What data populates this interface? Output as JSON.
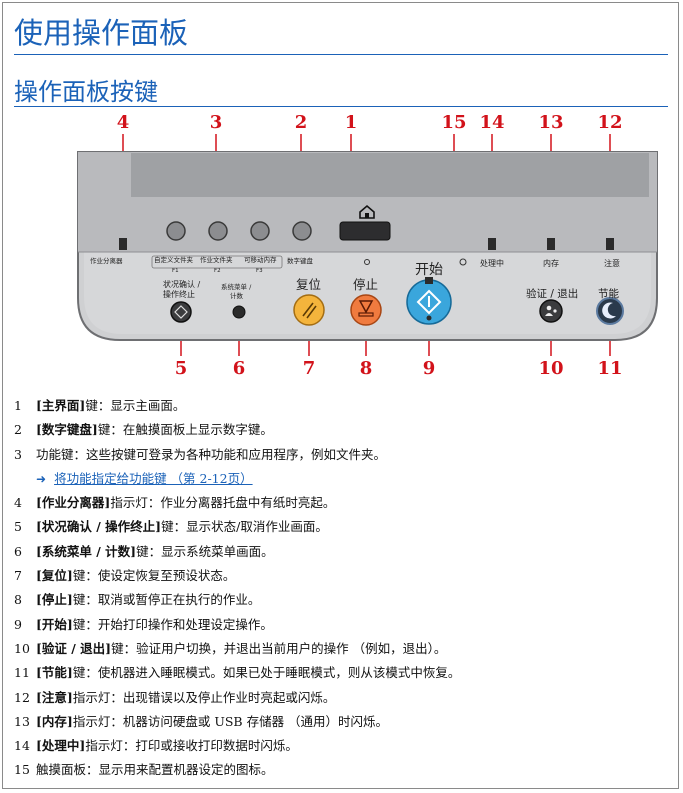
{
  "page": {
    "title": "使用操作面板",
    "subtitle": "操作面板按键"
  },
  "panel": {
    "callouts_top": [
      "4",
      "3",
      "2",
      "1",
      "15",
      "14",
      "13",
      "12"
    ],
    "callouts_bottom": [
      "5",
      "6",
      "7",
      "8",
      "9",
      "10",
      "11"
    ],
    "labels": {
      "job_separator": "作业分离器",
      "custom_box": "自定义文件夹",
      "job_box": "作业文件夹",
      "removable_memory": "可移动内存",
      "fn1": "F1",
      "fn2": "F2",
      "fn3": "F3",
      "numeric_keypad": "数字键盘",
      "processing": "处理中",
      "memory": "内存",
      "attention": "注意",
      "status_line1": "状况确认 /",
      "status_line2": "操作终止",
      "system_menu_line1": "系统菜单 /",
      "system_menu_line2": "计数",
      "reset": "复位",
      "stop": "停止",
      "start": "开始",
      "auth_logout": "验证 / 退出",
      "energy_saver": "节能"
    }
  },
  "descriptions": [
    {
      "num": "1",
      "key": "[主界面]",
      "text": " 键：显示主画面。"
    },
    {
      "num": "2",
      "key": "[数字键盘]",
      "text": " 键：在触摸面板上显示数字键。"
    },
    {
      "num": "3",
      "key": "",
      "text": "功能键：这些按键可登录为各种功能和应用程序，例如文件夹。"
    },
    {
      "num": "4",
      "key": "[作业分离器]",
      "text": " 指示灯：作业分离器托盘中有纸时亮起。"
    },
    {
      "num": "5",
      "key": "[状况确认 / 操作终止]",
      "text": " 键：显示状态/取消作业画面。"
    },
    {
      "num": "6",
      "key": "[系统菜单 / 计数]",
      "text": " 键：显示系统菜单画面。"
    },
    {
      "num": "7",
      "key": "[复位]",
      "text": " 键：使设定恢复至预设状态。"
    },
    {
      "num": "8",
      "key": "[停止]",
      "text": " 键：取消或暂停正在执行的作业。"
    },
    {
      "num": "9",
      "key": "[开始]",
      "text": " 键：开始打印操作和处理设定操作。"
    },
    {
      "num": "10",
      "key": "[验证 / 退出]",
      "text": " 键：验证用户切换，并退出当前用户的操作 （例如，退出）。"
    },
    {
      "num": "11",
      "key": "[节能]",
      "text": " 键：使机器进入睡眠模式。如果已处于睡眠模式，则从该模式中恢复。"
    },
    {
      "num": "12",
      "key": "[注意]",
      "text": " 指示灯：出现错误以及停止作业时亮起或闪烁。"
    },
    {
      "num": "13",
      "key": "[内存]",
      "text": " 指示灯：机器访问硬盘或 USB 存储器 （通用）时闪烁。"
    },
    {
      "num": "14",
      "key": "[处理中]",
      "text": " 指示灯：打印或接收打印数据时闪烁。"
    },
    {
      "num": "15",
      "key": "",
      "text": "触摸面板：显示用来配置机器设定的图标。"
    }
  ],
  "link": {
    "text": "将功能指定给功能键 （第 2-12页）"
  },
  "colors": {
    "heading": "#1b62b8",
    "callout": "#d2121a",
    "reset_key": "#f4b43c",
    "stop_key": "#f07b3f",
    "start_key": "#3aa6dc"
  }
}
